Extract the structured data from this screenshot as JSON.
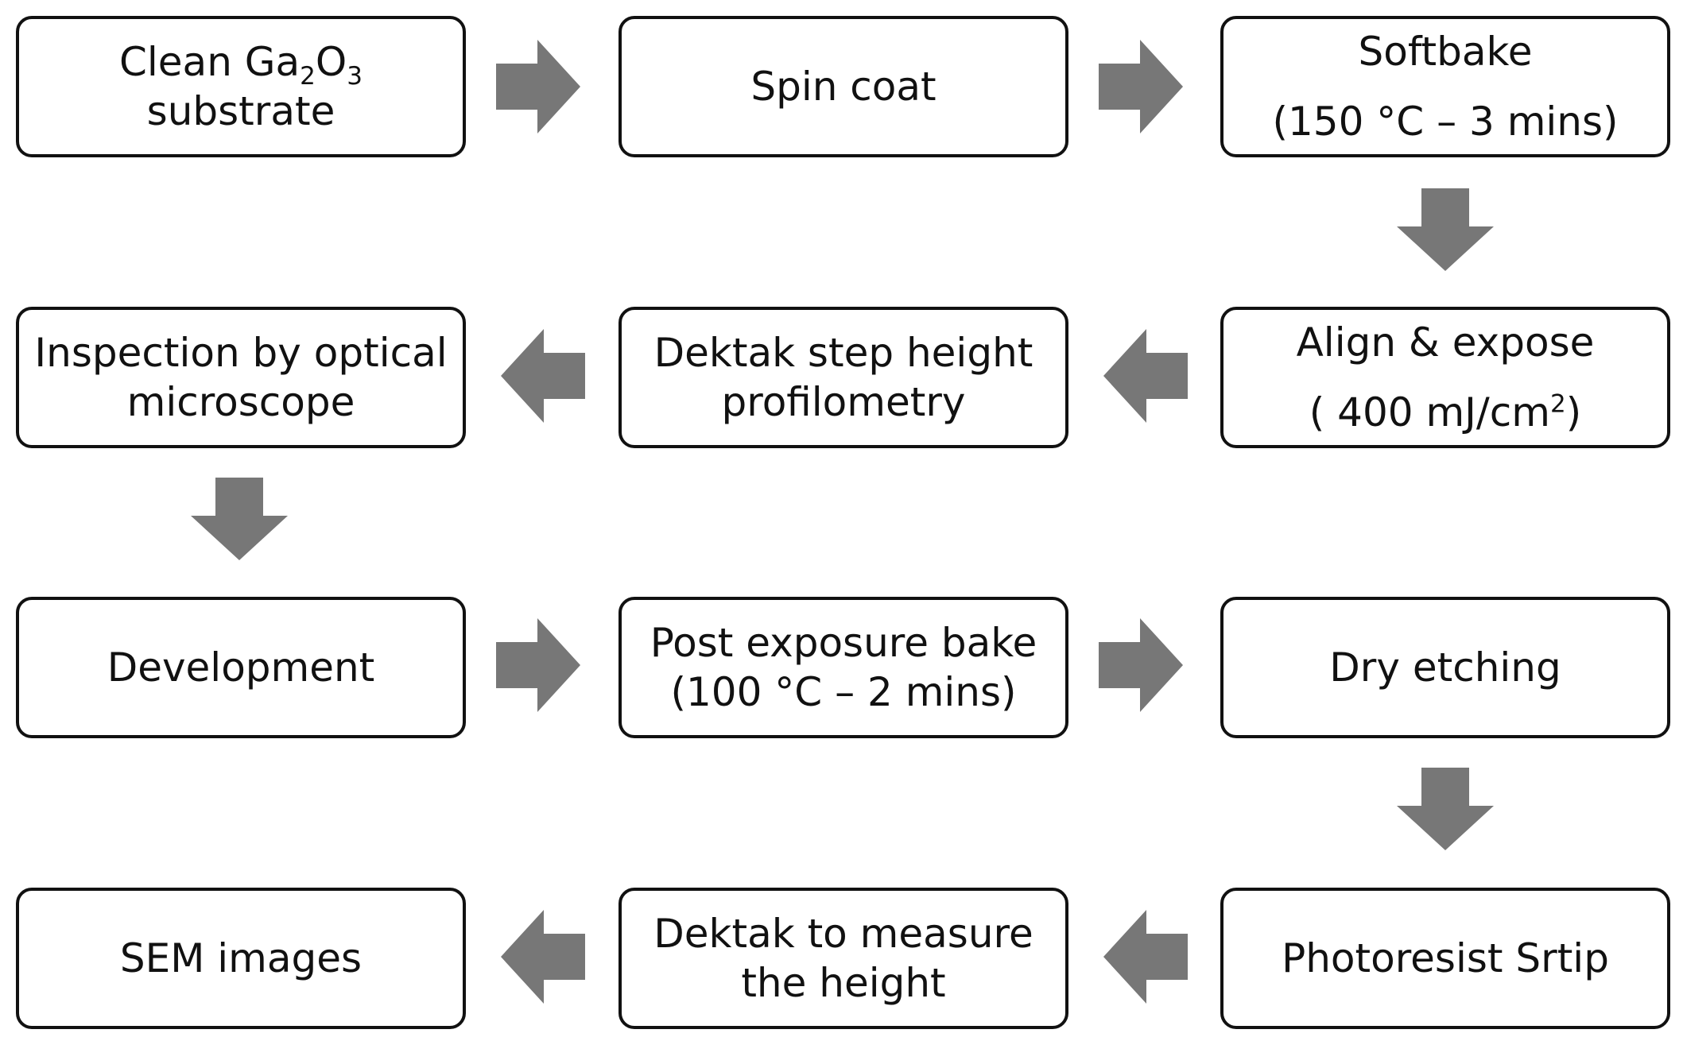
{
  "colors": {
    "arrow": "#777777",
    "border": "#111111",
    "text": "#111111"
  },
  "steps": {
    "clean": {
      "pre": "Clean Ga",
      "sub1": "2",
      "mid": "O",
      "sub2": "3",
      "line2": "substrate"
    },
    "spin_coat": {
      "line1": "Spin coat"
    },
    "softbake": {
      "line1": "Softbake",
      "line2": "(150 °C – 3 mins)"
    },
    "align_expose": {
      "line1": "Align & expose",
      "line2_pre": "( 400 mJ/cm",
      "line2_sup": "2",
      "line2_post": ")"
    },
    "dektak_step": {
      "line1": "Dektak step height",
      "line2": "profilometry"
    },
    "inspection": {
      "line1": "Inspection by optical",
      "line2": "microscope"
    },
    "development": {
      "line1": "Development"
    },
    "post_exposure": {
      "line1": "Post exposure bake",
      "line2": "(100 °C – 2 mins)"
    },
    "dry_etching": {
      "line1": "Dry etching"
    },
    "photoresist_strip": {
      "line1": "Photoresist Srtip"
    },
    "dektak_measure": {
      "line1": "Dektak to measure",
      "line2": "the height"
    },
    "sem": {
      "line1": "SEM images"
    }
  }
}
